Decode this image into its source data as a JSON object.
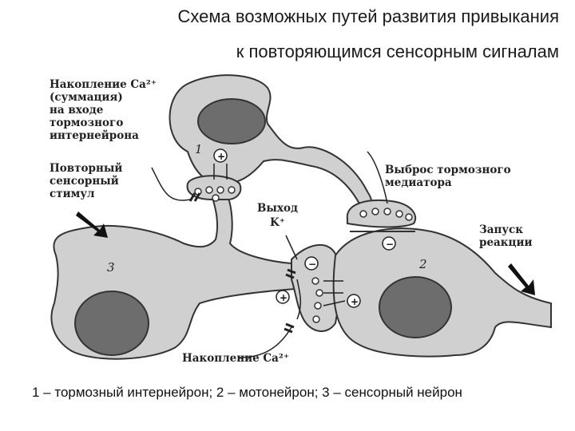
{
  "title": {
    "line1": "Схема возможных путей развития привыкания",
    "line2": "к повторяющимся сенсорным сигналам"
  },
  "labels": {
    "ca_sum": [
      "Накопление Ca²⁺",
      "(суммация)",
      "на входе",
      "тормозного",
      "интернейрона"
    ],
    "stimulus": [
      "Повторный",
      "сенсорный",
      "стимул"
    ],
    "mediator": [
      "Выброс тормозного",
      "медиатора"
    ],
    "k_out": [
      "Выход",
      "K⁺"
    ],
    "reaction": [
      "Запуск",
      "реакции"
    ],
    "ca_bottom": "Накопление Ca²⁺"
  },
  "cells": {
    "n1": "1",
    "n2": "2",
    "n3": "3"
  },
  "signs": {
    "plus": "+",
    "minus": "−"
  },
  "caption": "1 – тормозный интернейрон; 2 – мотонейрон; 3 – сенсорный нейрон"
}
